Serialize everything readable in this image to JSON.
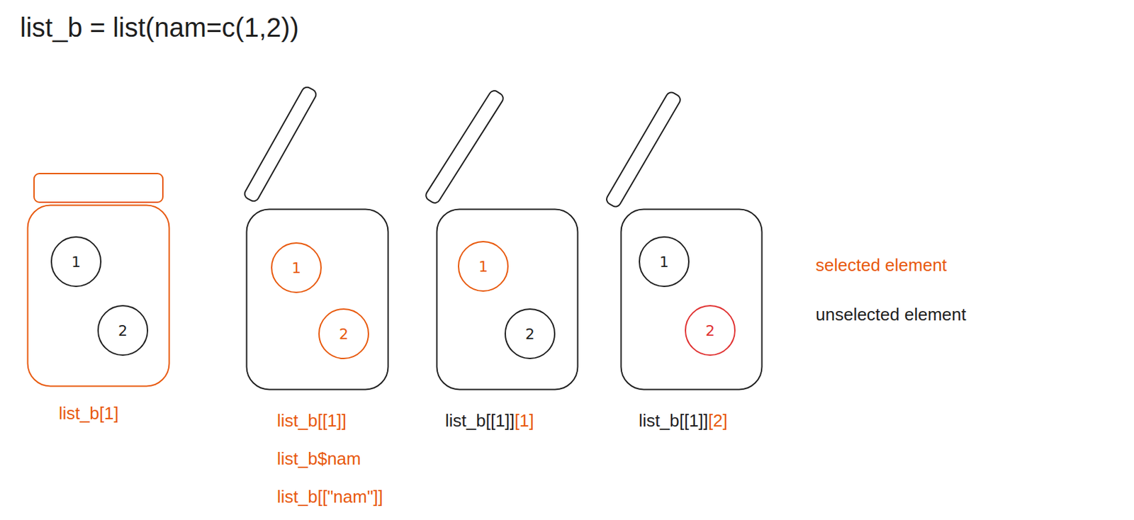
{
  "diagram": {
    "title": "list_b = list(nam=c(1,2))",
    "nodes": [
      {
        "text": [
          "list_b[1]"
        ]
      },
      {
        "text": [
          "1"
        ],
        "in": 0
      },
      {
        "text": [
          "2"
        ],
        "in": 0
      },
      {
        "text": [
          "list_b[[1]]",
          "list_b$nam",
          "list_b[[\"nam\"]]"
        ]
      },
      {
        "text": [
          "1"
        ],
        "in": 3
      },
      {
        "text": [
          "2"
        ],
        "in": 3
      },
      {
        "text": [
          "list_b[[1]]",
          "[1]"
        ]
      },
      {
        "text": [
          "1"
        ],
        "in": 6
      },
      {
        "text": [
          "2"
        ],
        "in": 6
      },
      {
        "text": [
          "list_b[[1]]",
          "[2]"
        ]
      },
      {
        "text": [
          "1"
        ],
        "in": 9
      },
      {
        "text": [
          "2"
        ],
        "in": 9
      }
    ],
    "legend": [
      {
        "text": "selected element",
        "color": "#e8590c"
      },
      {
        "text": "unselected element",
        "color": "#1e1e1e"
      }
    ]
  }
}
